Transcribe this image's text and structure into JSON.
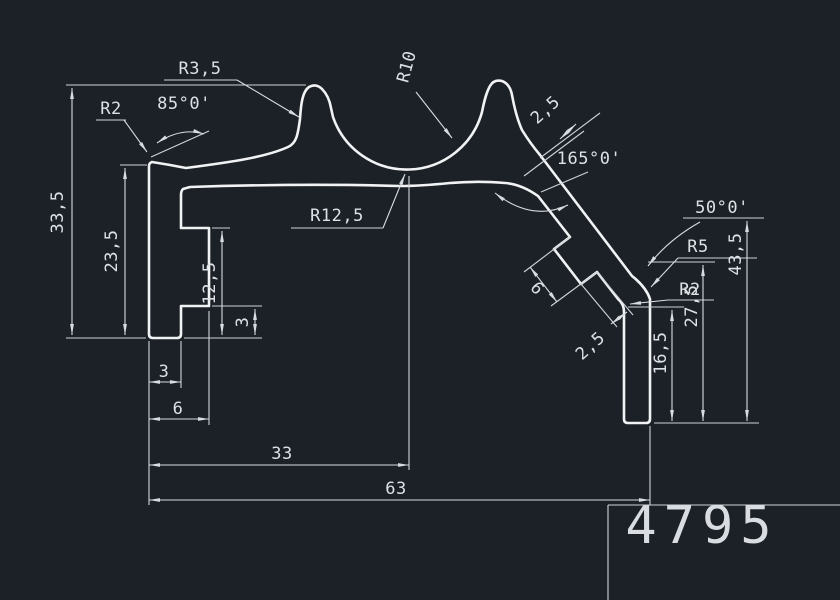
{
  "app": {
    "background": "#1b2127",
    "line_color": "#d8dce0",
    "profile_color": "#f0f2f4"
  },
  "title_block": {
    "part_number": "4795"
  },
  "dimensions": {
    "left": {
      "overall": "33,5",
      "wall": "23,5",
      "tab": "12,5",
      "tab_offset": "3"
    },
    "bottom": {
      "wall": "3",
      "foot": "6",
      "to_center": "33",
      "overall": "63"
    },
    "right": {
      "overall": "43,5",
      "mid": "27,5",
      "wall": "16,5"
    },
    "slot": {
      "width": "6",
      "depth": "2,5"
    },
    "thickness": {
      "web": "2,5"
    }
  },
  "radii": {
    "tip": "R3,5",
    "corner_left": "R2",
    "groove": "R10",
    "bowl": "R12,5",
    "bend_outer": "R5",
    "bend_inner": "R2"
  },
  "angles": {
    "top_left": "85°0'",
    "web": "165°0'",
    "bend": "50°0'"
  }
}
